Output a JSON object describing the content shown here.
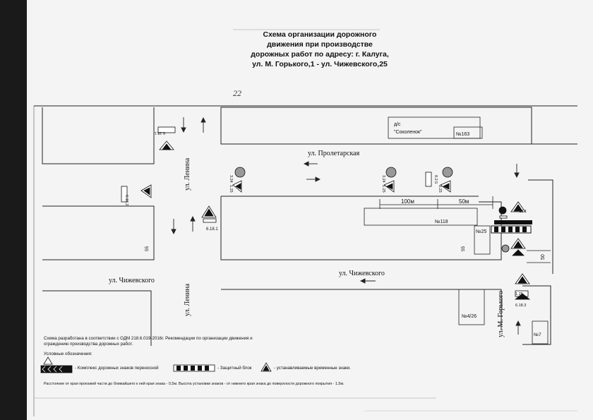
{
  "title_lines": [
    "Схема организации дорожного",
    "движения при производстве",
    "дорожных работ по адресу: г. Калуга,",
    "ул. М. Горького,1 - ул. Чижевского,25"
  ],
  "handwritten_mark": "22",
  "streets": {
    "proletarskaya": "ул. Пролетарская",
    "lenina_top": "ул. Ленина",
    "lenina_bottom": "ул. Ленина",
    "chizhevskogo_left": "ул. Чижевского",
    "chizhevskogo_right": "ул. Чижевского",
    "gorkogo": "ул. М. Горького"
  },
  "buildings": {
    "kindergarten_line1": "д/с",
    "kindergarten_line2": "\"Соколенок\"",
    "n163": "№163",
    "n118": "№118",
    "n25": "№25",
    "n4_26": "№4/26",
    "n7": "№7",
    "n55_left": "55",
    "n55_right": "55"
  },
  "dimensions": {
    "d100": "100м",
    "d50": "50м",
    "d50_side": "50"
  },
  "signs": {
    "s6_18_1_top": "6.18.1",
    "s6_18_2": "6.18.2",
    "s6_18_1_mid": "6.18.1",
    "s6_18_3": "6.18.3",
    "s1_25": "1.25",
    "s3_24": "3.24",
    "s8_2_5": "8.2.5",
    "s3_25": "3.25"
  },
  "notes": {
    "line1": "Схема разработана в соответствии с ОДМ 218.6.019-2016г. Рекомендации по организации движения и",
    "line2": "ограждению производства дорожных работ.",
    "legend_title": "Условные обозначения:",
    "legend_portable": "- Комплекс дорожных знаков переносной",
    "legend_block": "- Защитный блок",
    "legend_temp": "- устанавливаемые временные знаки.",
    "distance": "Расстояние от края проезжей части до ближайшего к ней края знака - 0,5м. Высота установки знаков - от нижнего края знака до поверхности дорожного покрытия - 1,5м."
  },
  "colors": {
    "paper": "#f4f4f4",
    "line": "#222222",
    "scan_border": "#1a1a1a"
  }
}
